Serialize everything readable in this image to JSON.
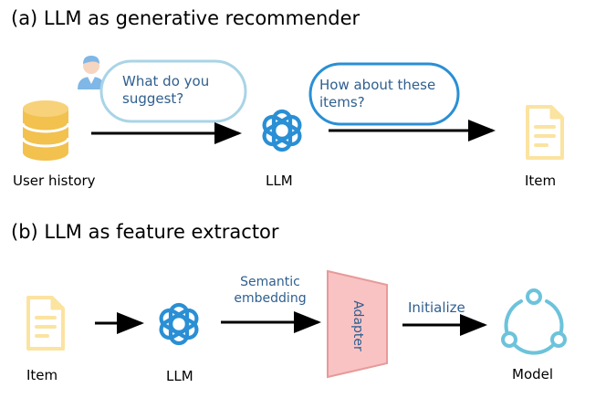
{
  "section_a": {
    "title": "(a) LLM as generative  recommender",
    "bubble_user": "What do you suggest?",
    "bubble_llm": "How about these items?",
    "label_user_history": "User history",
    "label_llm": "LLM",
    "label_item": "Item"
  },
  "section_b": {
    "title": "(b) LLM as feature extractor",
    "label_item": "Item",
    "label_llm": "LLM",
    "label_semantic": "Semantic embedding",
    "label_adapter": "Adapter",
    "label_initialize": "Initialize",
    "label_model": "Model"
  },
  "icons": {
    "database": "database-icon",
    "user": "user-icon",
    "llm": "openai-logo-icon",
    "document": "document-icon",
    "model": "circular-nodes-icon"
  },
  "colors": {
    "arrow": "#000000",
    "bubble_border": "#a9d4e6",
    "llm_blue": "#2a8fd4",
    "database_yellow": "#f2c14e",
    "document_yellow": "#fbe3a0",
    "adapter_fill": "#f9c3c3",
    "adapter_border": "#e79a9a",
    "model_teal": "#6cc3db",
    "text_dark_blue": "#2f5f8f"
  }
}
